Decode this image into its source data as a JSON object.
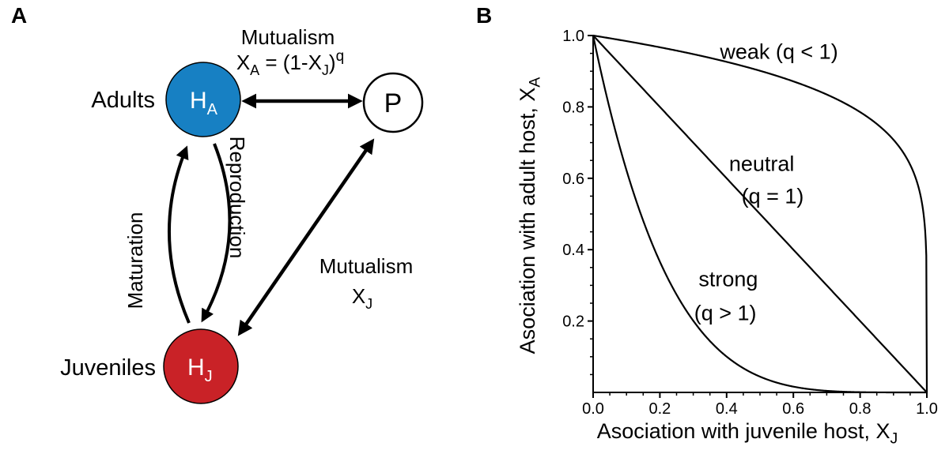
{
  "panelA": {
    "label": "A",
    "adults_label": "Adults",
    "juveniles_label": "Juveniles",
    "node_adult": {
      "main": "H",
      "sub": "A"
    },
    "node_juvenile": {
      "main": "H",
      "sub": "J"
    },
    "node_partner": "P",
    "top_edge": {
      "title": "Mutualism",
      "eq_x": "X",
      "eq_x_sub": "A",
      "eq_mid": " = (1-X",
      "eq_mid_sub": "J",
      "eq_close": ")",
      "eq_sup": "q"
    },
    "left_edge_label": "Maturation",
    "right_edge_label": "Reproduction",
    "diag_edge": {
      "title": "Mutualism",
      "var": "X",
      "var_sub": "J"
    },
    "colors": {
      "adult_fill": "#1780C3",
      "juvenile_fill": "#C92227",
      "partner_fill": "#FFFFFF",
      "stroke": "#000000",
      "node_text": "#FFFFFF"
    }
  },
  "panelB": {
    "label": "B",
    "ylabel_main": "Asociation with adult host, X",
    "ylabel_sub": "A",
    "xlabel_main": "Asociation with juvenile host, X",
    "xlabel_sub": "J"
  },
  "chart_data": {
    "type": "line",
    "title": "",
    "xlabel": "Asociation with juvenile host, X_J",
    "ylabel": "Asociation with adult host, X_A",
    "xlim": [
      0,
      1
    ],
    "ylim": [
      0,
      1
    ],
    "grid": false,
    "spines": "left-and-bottom-only",
    "curve_formula": "X_A = (1 - X_J)^q",
    "xticks": [
      0,
      0.2,
      0.4,
      0.6,
      0.8,
      1.0
    ],
    "xtick_labels": [
      "0.0",
      "0.2",
      "0.4",
      "0.6",
      "0.8",
      "1.0"
    ],
    "yticks": [
      0.2,
      0.4,
      0.6,
      0.8,
      1.0
    ],
    "ytick_labels": [
      "0.2",
      "0.4",
      "0.6",
      "0.8",
      "1.0"
    ],
    "minor_tick_step": 0.05,
    "line_color": "#000000",
    "series": [
      {
        "name": "weak (q < 1)",
        "q": 0.15,
        "x": [
          0,
          0.1,
          0.2,
          0.3,
          0.4,
          0.5,
          0.6,
          0.7,
          0.8,
          0.9,
          0.95,
          0.99,
          1
        ],
        "y": [
          1,
          0.984,
          0.967,
          0.948,
          0.926,
          0.901,
          0.872,
          0.835,
          0.786,
          0.708,
          0.638,
          0.501,
          0
        ]
      },
      {
        "name": "neutral (q = 1)",
        "q": 1,
        "x": [
          0,
          0.1,
          0.2,
          0.3,
          0.4,
          0.5,
          0.6,
          0.7,
          0.8,
          0.9,
          0.95,
          0.99,
          1
        ],
        "y": [
          1,
          0.9,
          0.8,
          0.7,
          0.6,
          0.5,
          0.4,
          0.3,
          0.2,
          0.1,
          0.05,
          0.01,
          0
        ]
      },
      {
        "name": "strong (q > 1)",
        "q": 4.5,
        "x": [
          0,
          0.1,
          0.2,
          0.3,
          0.4,
          0.5,
          0.6,
          0.7,
          0.8,
          0.9,
          0.95,
          0.99,
          1
        ],
        "y": [
          1,
          0.623,
          0.366,
          0.201,
          0.1,
          0.044,
          0.016,
          0.004,
          0.001,
          0,
          0,
          0,
          0
        ]
      }
    ],
    "annotations": [
      {
        "text": "weak (q < 1)",
        "x": 0.557,
        "y": 0.955
      },
      {
        "text": "neutral",
        "x": 0.505,
        "y": 0.64
      },
      {
        "text": "(q = 1)",
        "x": 0.538,
        "y": 0.55
      },
      {
        "text": "strong",
        "x": 0.405,
        "y": 0.318
      },
      {
        "text": "(q > 1)",
        "x": 0.396,
        "y": 0.222
      }
    ]
  }
}
